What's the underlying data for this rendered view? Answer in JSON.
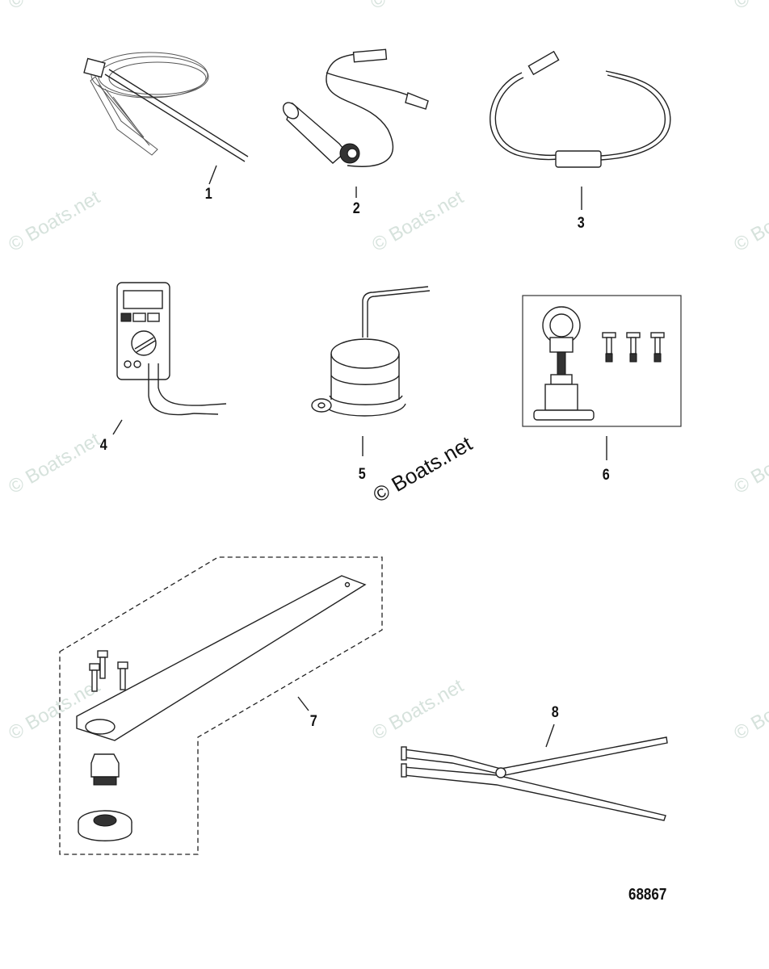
{
  "diagram": {
    "type": "parts-exploded-view",
    "drawing_number": "68867",
    "watermark_text": "© Boats.net",
    "parts": [
      {
        "id": "1",
        "label": "1",
        "depiction": "coiled cable tool with long probe"
      },
      {
        "id": "2",
        "label": "2",
        "depiction": "cylindrical tester with alligator clip lead"
      },
      {
        "id": "3",
        "label": "3",
        "depiction": "test lead cable with inline module"
      },
      {
        "id": "4",
        "label": "4",
        "depiction": "digital multimeter with test leads"
      },
      {
        "id": "5",
        "label": "5",
        "depiction": "cylindrical cup tool with bent handle"
      },
      {
        "id": "6",
        "label": "6",
        "depiction": "lifting eye kit with three bolts (boxed)"
      },
      {
        "id": "7",
        "label": "7",
        "depiction": "flywheel holder bar kit with bolts, plug and nut (dashed group)"
      },
      {
        "id": "8",
        "label": "8",
        "depiction": "long-handled pliers"
      }
    ]
  }
}
